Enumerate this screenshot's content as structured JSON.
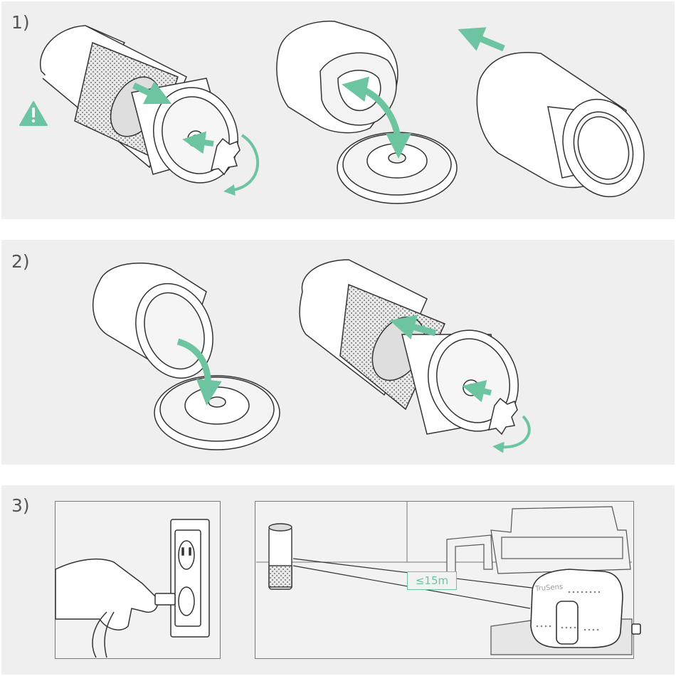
{
  "steps": [
    {
      "label": "1)"
    },
    {
      "label": "2)"
    },
    {
      "label": "3)"
    }
  ],
  "distance_label": "≤15m",
  "brand": "TruSens",
  "colors": {
    "panel_bg": "#efefef",
    "arrow": "#6cc4a1",
    "line": "#3a3a3a",
    "frame_border": "#7a7a7a"
  },
  "icons": [
    "warning-icon",
    "push-arrow-icon",
    "rotate-arrow-icon",
    "curved-arrow-icon"
  ]
}
